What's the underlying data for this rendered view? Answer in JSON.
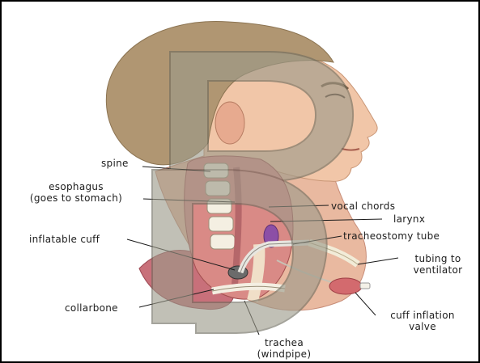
{
  "labels": {
    "spine": "spine",
    "esophagus_line1": "esophagus",
    "esophagus_line2": "(goes to stomach)",
    "vocal_chords": "vocal chords",
    "larynx": "larynx",
    "inflatable_cuff": "inflatable cuff",
    "tracheostomy_tube": "tracheostomy tube",
    "tubing_line1": "tubing to",
    "tubing_line2": "ventilator",
    "collarbone": "collarbone",
    "cuff_valve_line1": "cuff inflation",
    "cuff_valve_line2": "valve",
    "trachea_line1": "trachea",
    "trachea_line2": "(windpipe)"
  },
  "watermark": {
    "letters": [
      "D",
      "D"
    ],
    "color": "#8a8a7a"
  }
}
